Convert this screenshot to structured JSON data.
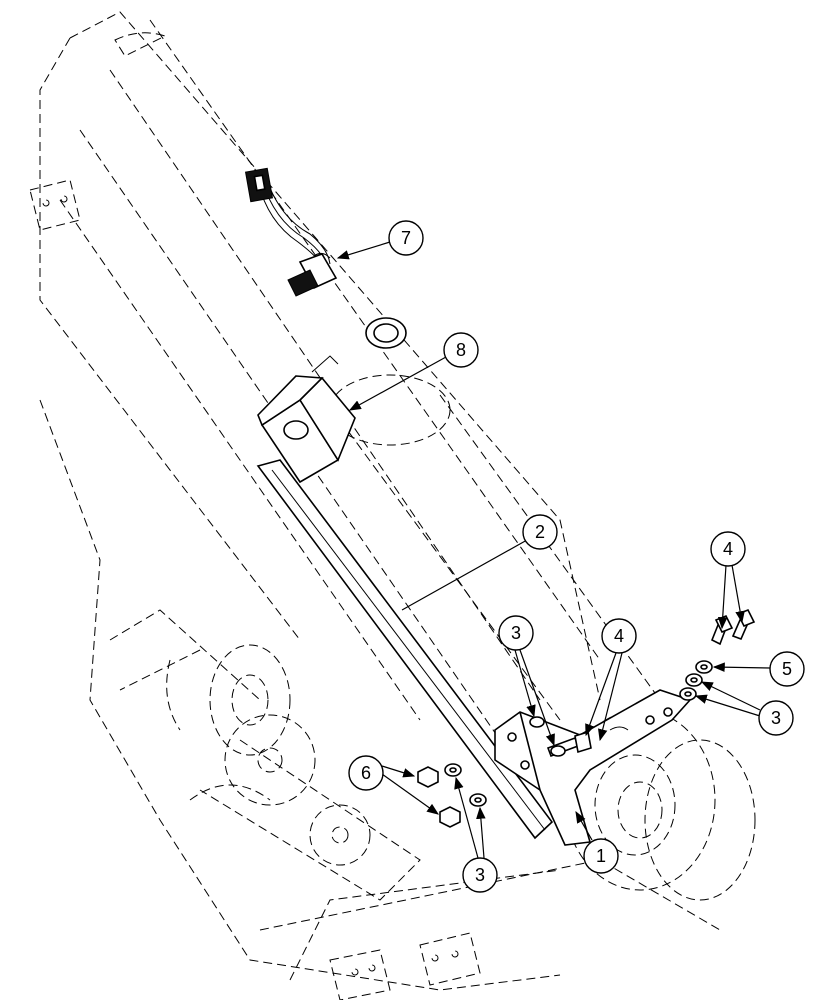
{
  "callouts": [
    {
      "id": "c7",
      "label": "7"
    },
    {
      "id": "c8",
      "label": "8"
    },
    {
      "id": "c2",
      "label": "2"
    },
    {
      "id": "c4a",
      "label": "4"
    },
    {
      "id": "c4b",
      "label": "4"
    },
    {
      "id": "c3a",
      "label": "3"
    },
    {
      "id": "c5",
      "label": "5"
    },
    {
      "id": "c3b",
      "label": "3"
    },
    {
      "id": "c6",
      "label": "6"
    },
    {
      "id": "c1",
      "label": "1"
    },
    {
      "id": "c3c",
      "label": "3"
    }
  ]
}
